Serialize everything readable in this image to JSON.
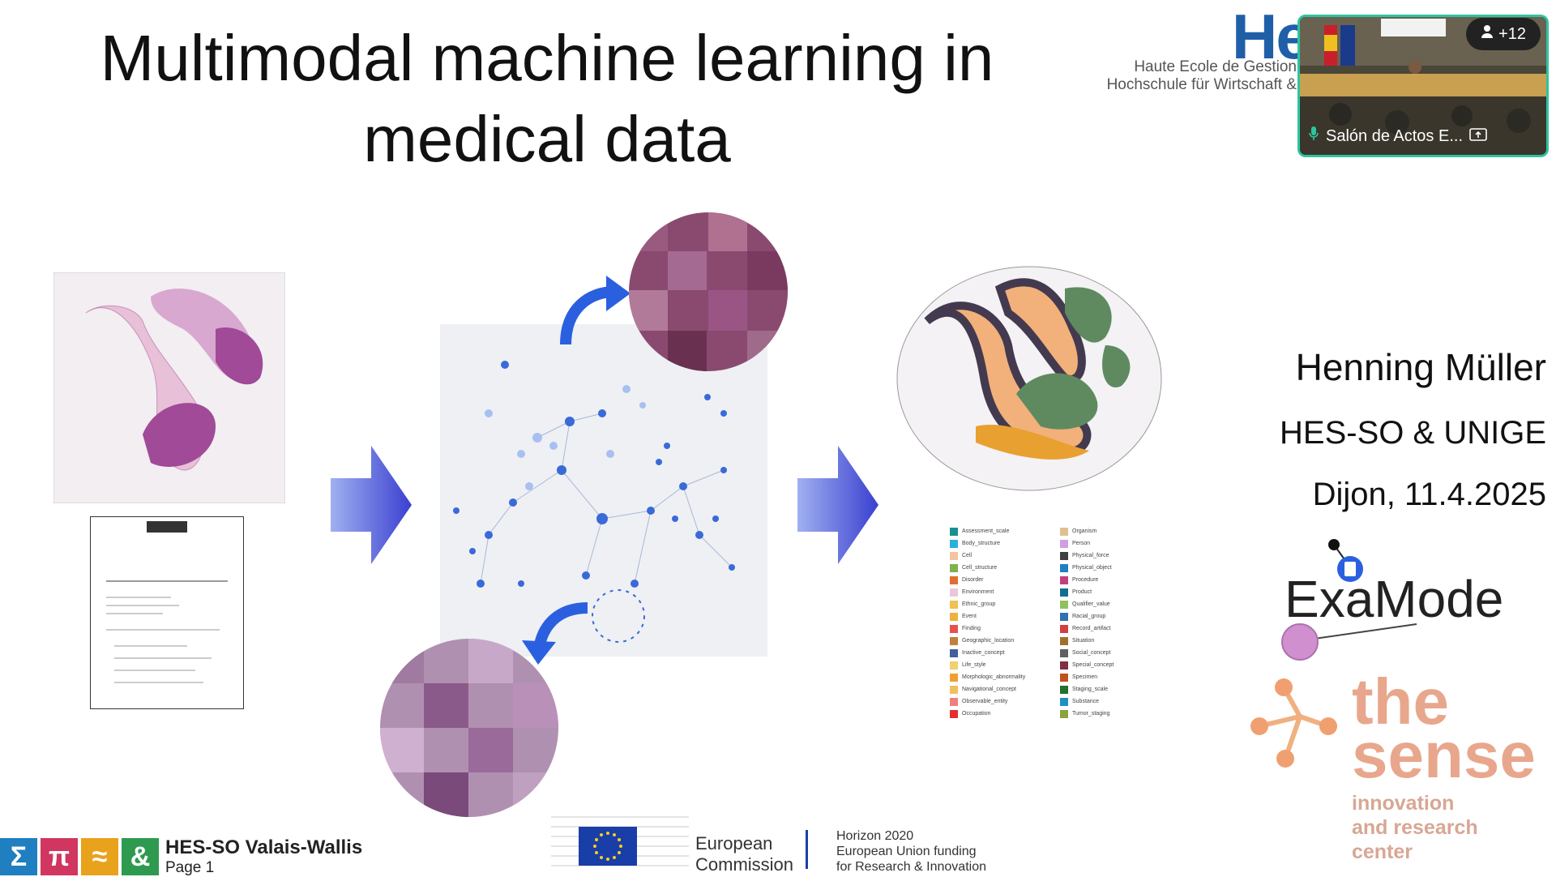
{
  "slide": {
    "title_line1": "Multimodal machine learning in",
    "title_line2": "medical data",
    "speaker_name": "Henning Müller",
    "affiliation": "HES-SO & UNIGE",
    "venue_date": "Dijon, 11.4.2025",
    "examode_logo": "ExaMode",
    "thesense_line1": "the",
    "thesense_line2": "sense",
    "thesense_tag": [
      "innovation",
      "and research",
      "center"
    ],
    "hes_logo": {
      "mark": "He",
      "line1": "Haute Ecole de Gestion",
      "line2": "Hochschule für Wirtschaft &"
    },
    "footer": {
      "icons": [
        "Σ",
        "π",
        "≈",
        "&"
      ],
      "icon_colors": [
        "#1f7fc0",
        "#d0365f",
        "#e8a21c",
        "#2e9a4f"
      ],
      "school": "HES-SO Valais-Wallis",
      "page": "Page 1",
      "eu_line1": "European",
      "eu_line2": "Commission",
      "horizon_line1": "Horizon 2020",
      "horizon_line2": "European Union funding",
      "horizon_line3": "for Research & Innovation"
    },
    "legend_left": [
      "Assessment_scale",
      "Body_structure",
      "Cell",
      "Cell_structure",
      "Disorder",
      "Environment",
      "Ethnic_group",
      "Event",
      "Finding",
      "Geographic_location",
      "Inactive_concept",
      "Life_style",
      "Morphologic_abnormality",
      "Navigational_concept",
      "Observable_entity",
      "Occupation"
    ],
    "legend_left_colors": [
      "#1a8f8f",
      "#2ab0e0",
      "#f2c4a0",
      "#7fb24a",
      "#e07030",
      "#e8c8d8",
      "#f0c050",
      "#f0b040",
      "#e85050",
      "#c08040",
      "#4060a0",
      "#f0d070",
      "#f0a030",
      "#f0c060",
      "#f08080",
      "#e03030"
    ],
    "legend_right": [
      "Organism",
      "Person",
      "Physical_force",
      "Physical_object",
      "Procedure",
      "Product",
      "Qualifier_value",
      "Racial_group",
      "Record_artifact",
      "Situation",
      "Social_concept",
      "Special_concept",
      "Specimen",
      "Staging_scale",
      "Substance",
      "Tumor_staging"
    ],
    "legend_right_colors": [
      "#e0c090",
      "#d0a0e0",
      "#404040",
      "#2080c0",
      "#c04080",
      "#107090",
      "#90c060",
      "#3070b0",
      "#d04040",
      "#a07030",
      "#606060",
      "#803040",
      "#c05020",
      "#207030",
      "#2090c0",
      "#8fa040"
    ]
  },
  "meeting": {
    "room_label": "Salón de Actos E...",
    "participants_badge": "+12",
    "mic_icon": "mic-icon",
    "share_icon": "screen-share-icon",
    "person_icon": "person-icon",
    "frame_color": "#2ec4a0"
  }
}
